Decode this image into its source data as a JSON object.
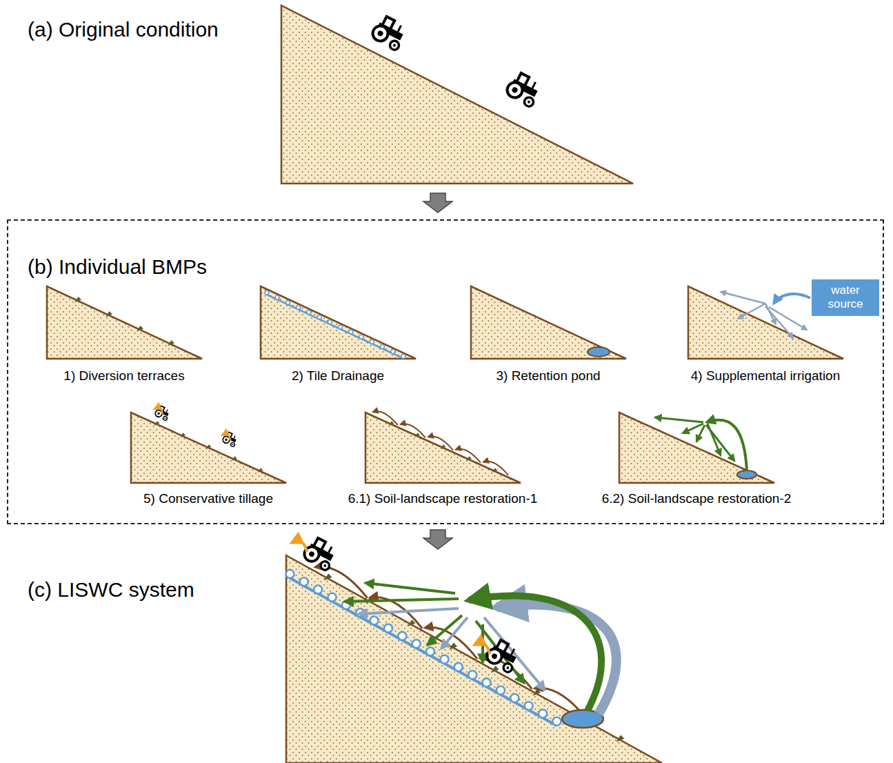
{
  "diagram": {
    "nodes": [
      {
        "text": [
          "(b) Individual BMPs"
        ]
      },
      {
        "text": [
          "water source"
        ],
        "in": 0
      }
    ],
    "labels": [
      "(a) Original condition",
      "1) Diversion terraces",
      "2) Tile Drainage",
      "3) Retention pond",
      "4) Supplemental irrigation",
      "5) Conservative tillage",
      "6.1) Soil-landscape restoration-1",
      "6.2) Soil-landscape restoration-2",
      "(c) LISWC system"
    ]
  }
}
